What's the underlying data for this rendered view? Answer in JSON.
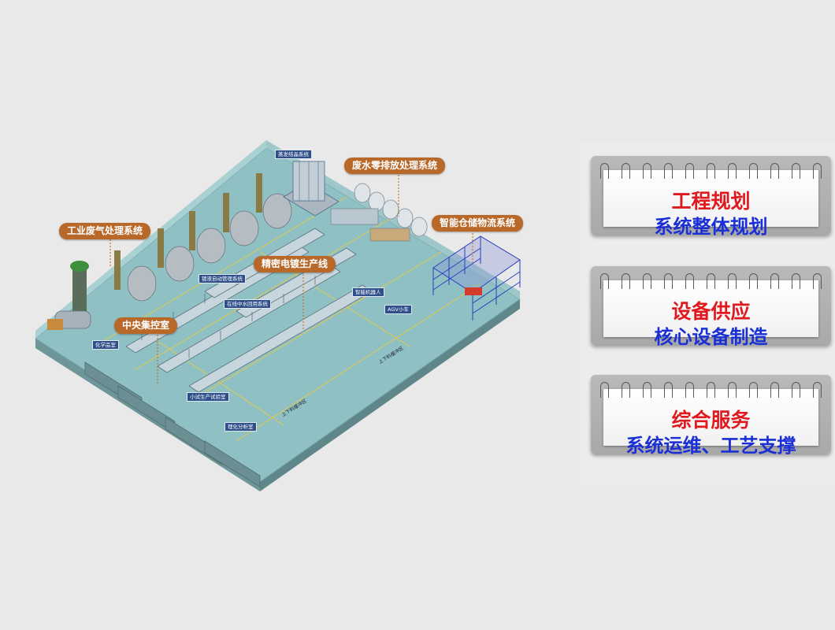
{
  "diagram": {
    "callouts": {
      "exhaust_gas": "工业废气处理系统",
      "wastewater": "废水零排放处理系统",
      "warehouse": "智能仓储物流系统",
      "plating_line": "精密电镀生产线",
      "control_room": "中央集控室"
    },
    "labels": {
      "evaporation": "蒸发结晶系统",
      "plating_auto_mgmt": "镀液自动管理系统",
      "online_water_reuse": "在线中水回用系统",
      "robot": "智能机器人",
      "agv": "AGV小车",
      "chem_lab": "化学品室",
      "pilot_lab": "小试生产试验室",
      "analysis_lab": "理化分析室"
    },
    "floor_texts": {
      "loading_area_1": "上下料缓冲区",
      "loading_area_2": "上下料缓冲区"
    }
  },
  "cards": [
    {
      "title": "工程规划",
      "subtitle": "系统整体规划"
    },
    {
      "title": "设备供应",
      "subtitle": "核心设备制造"
    },
    {
      "title": "综合服务",
      "subtitle": "系统运维、工艺支撑"
    }
  ],
  "colors": {
    "callout_bg": "#b8692a",
    "label_bg": "#2f4f8a",
    "floor": "#8fc1c4",
    "card_title": "#e0191e",
    "card_subtitle": "#1a2fd6"
  }
}
